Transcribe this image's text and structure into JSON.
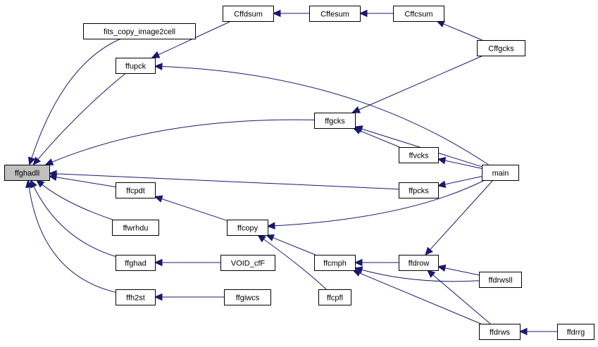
{
  "graph": {
    "root": "ffghadll",
    "colors": {
      "edge": "#191970",
      "node_fill": "#ffffff",
      "root_fill": "#bfbfbf",
      "border": "#000000"
    },
    "nodes": {
      "ffghadll": "ffghadll",
      "fits_copy_image2cell": "fits_copy_image2cell",
      "ffupck": "ffupck",
      "Cffdsum": "Cffdsum",
      "Cffesum": "Cffesum",
      "Cffcsum": "Cffcsum",
      "Cffgcks": "Cffgcks",
      "ffgcks": "ffgcks",
      "ffvcks": "ffvcks",
      "main": "main",
      "ffpcks": "ffpcks",
      "ffcpdt": "ffcpdt",
      "ffwrhdu": "ffwrhdu",
      "ffcopy": "ffcopy",
      "ffghad": "ffghad",
      "VOID_cfF": "VOID_cfF",
      "ffcmph": "ffcmph",
      "ffdrow": "ffdrow",
      "ffdrwsll": "ffdrwsll",
      "ffcpfl": "ffcpfl",
      "ffh2st": "ffh2st",
      "ffgiwcs": "ffgiwcs",
      "ffdrws": "ffdrws",
      "ffdrrg": "ffdrrg"
    },
    "edges": [
      [
        "fits_copy_image2cell",
        "ffghadll"
      ],
      [
        "ffupck",
        "ffghadll"
      ],
      [
        "ffgcks",
        "ffghadll"
      ],
      [
        "ffpcks",
        "ffghadll"
      ],
      [
        "ffcpdt",
        "ffghadll"
      ],
      [
        "ffwrhdu",
        "ffghadll"
      ],
      [
        "ffghad",
        "ffghadll"
      ],
      [
        "ffh2st",
        "ffghadll"
      ],
      [
        "Cffdsum",
        "ffupck"
      ],
      [
        "main",
        "ffupck"
      ],
      [
        "Cffesum",
        "Cffdsum"
      ],
      [
        "Cffcsum",
        "Cffesum"
      ],
      [
        "Cffgcks",
        "Cffcsum"
      ],
      [
        "Cffgcks",
        "ffgcks"
      ],
      [
        "main",
        "ffgcks"
      ],
      [
        "ffvcks",
        "ffgcks"
      ],
      [
        "main",
        "ffvcks"
      ],
      [
        "main",
        "ffpcks"
      ],
      [
        "ffcopy",
        "ffcpdt"
      ],
      [
        "main",
        "ffcopy"
      ],
      [
        "ffcmph",
        "ffcopy"
      ],
      [
        "ffcpfl",
        "ffcopy"
      ],
      [
        "VOID_cfF",
        "ffghad"
      ],
      [
        "ffgiwcs",
        "ffh2st"
      ],
      [
        "ffdrow",
        "ffcmph"
      ],
      [
        "ffdrwsll",
        "ffcmph"
      ],
      [
        "ffdrws",
        "ffcmph"
      ],
      [
        "main",
        "ffdrow"
      ],
      [
        "ffdrwsll",
        "ffdrow"
      ],
      [
        "ffdrws",
        "ffdrow"
      ],
      [
        "ffdrrg",
        "ffdrws"
      ]
    ]
  }
}
